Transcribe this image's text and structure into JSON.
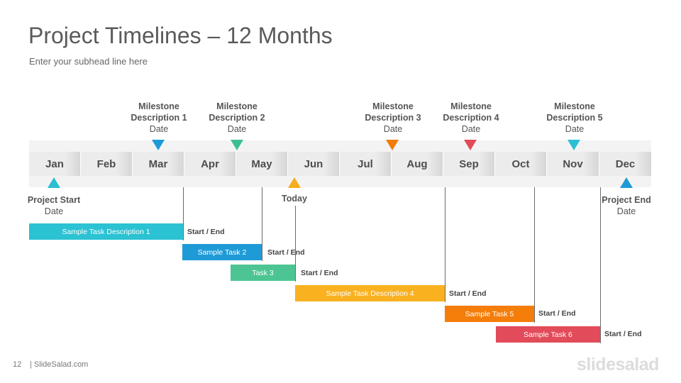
{
  "title": "Project Timelines – 12 Months",
  "subtitle": "Enter your subhead  line here",
  "months": [
    "Jan",
    "Feb",
    "Mar",
    "Apr",
    "May",
    "Jun",
    "Jul",
    "Aug",
    "Sep",
    "Oct",
    "Nov",
    "Dec"
  ],
  "milestones": [
    {
      "line1": "Milestone",
      "line2": "Description 1",
      "date": "Date",
      "color": "#1e9bd7"
    },
    {
      "line1": "Milestone",
      "line2": "Description 2",
      "date": "Date",
      "color": "#3dbf8f"
    },
    {
      "line1": "Milestone",
      "line2": "Description 3",
      "date": "Date",
      "color": "#f27c05"
    },
    {
      "line1": "Milestone",
      "line2": "Description 4",
      "date": "Date",
      "color": "#e04b57"
    },
    {
      "line1": "Milestone",
      "line2": "Description 5",
      "date": "Date",
      "color": "#2bbfd1"
    }
  ],
  "project_start": {
    "label": "Project Start",
    "date": "Date",
    "color": "#2bbfd1"
  },
  "today": {
    "label": "Today",
    "color": "#f4ad1c"
  },
  "project_end": {
    "label": "Project End",
    "date": "Date",
    "color": "#1e9bd7"
  },
  "tasks": [
    {
      "label": "Sample Task Description 1",
      "end_label": "Start / End",
      "color": "#2bc2d3"
    },
    {
      "label": "Sample Task 2",
      "end_label": "Start / End",
      "color": "#1e9bd7"
    },
    {
      "label": "Task 3",
      "end_label": "Start / End",
      "color": "#4cc593"
    },
    {
      "label": "Sample Task Description 4",
      "end_label": "Start / End",
      "color": "#f9b120"
    },
    {
      "label": "Sample Task 5",
      "end_label": "Start / End",
      "color": "#f57d09"
    },
    {
      "label": "Sample Task 6",
      "end_label": "Start / End",
      "color": "#e24b5a"
    }
  ],
  "footer": {
    "page_number": "12",
    "site": "| SlideSalad.com",
    "logo": "slidesalad"
  }
}
